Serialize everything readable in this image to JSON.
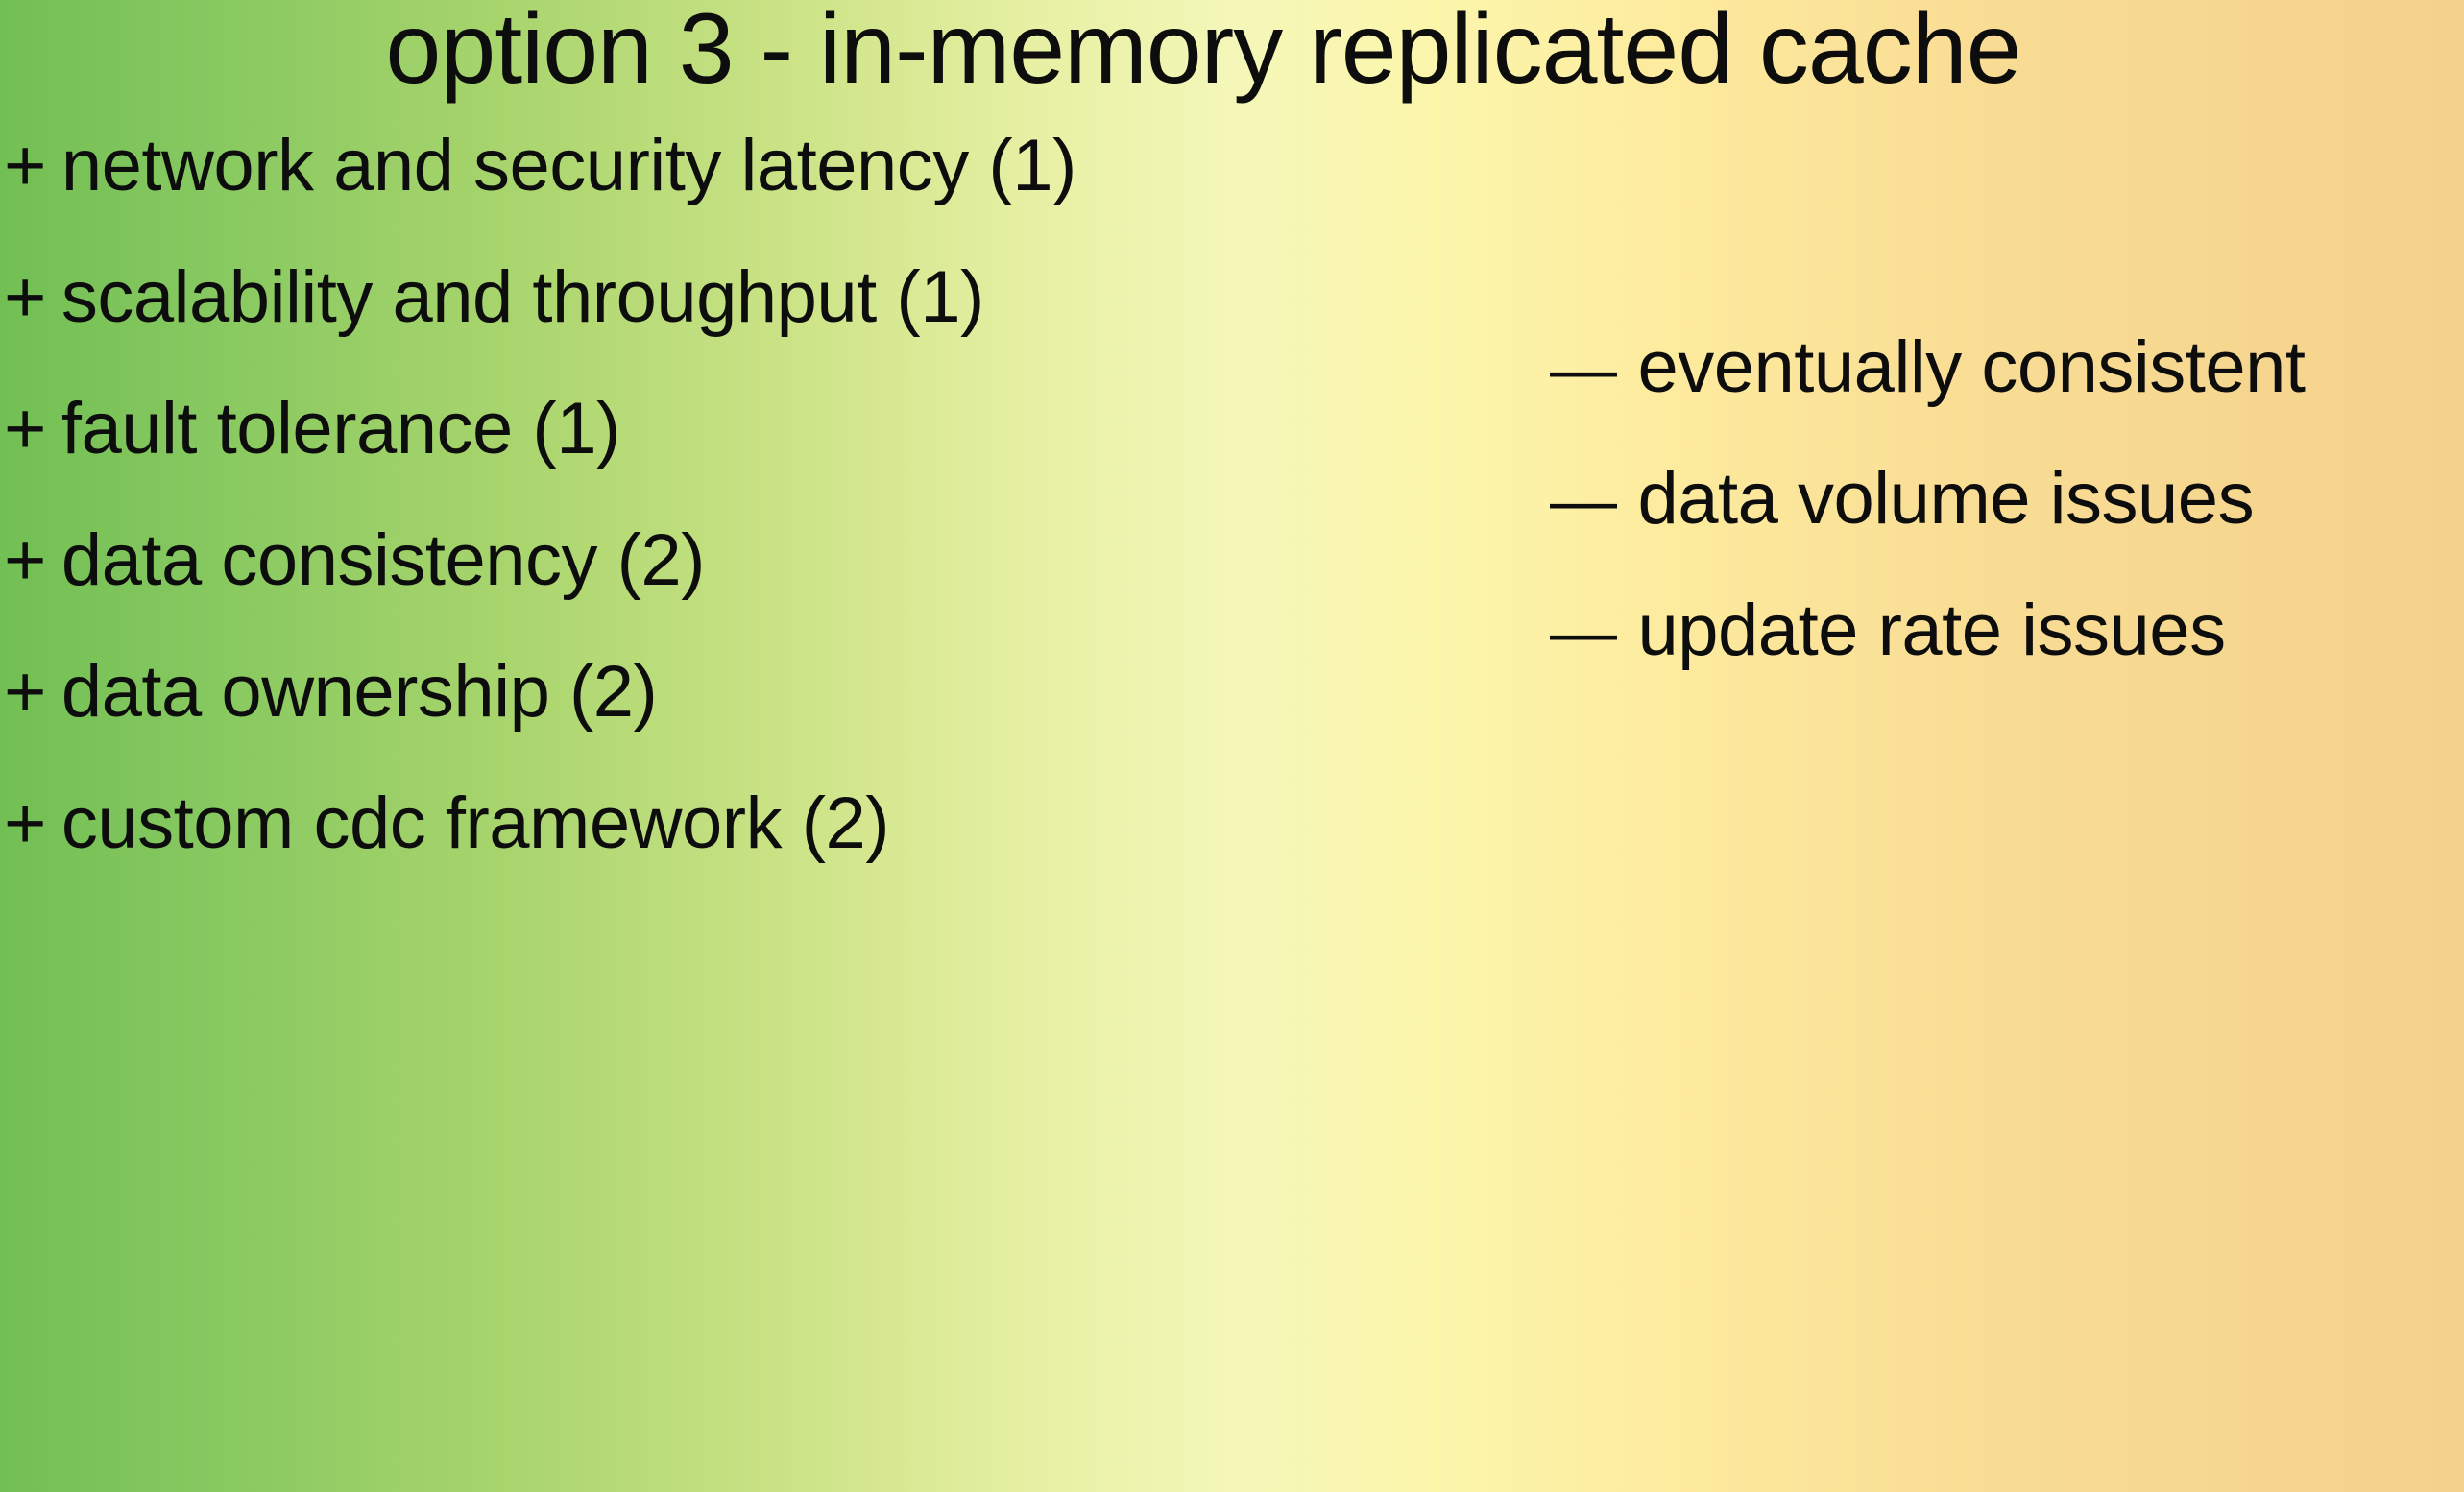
{
  "slide": {
    "title": "option 3 - in-memory replicated cache",
    "colors": {
      "gradient_start": "#72bf54",
      "gradient_mid": "#f4f7b8",
      "gradient_end": "#f4d28c",
      "text": "#0d0d0d",
      "divider": "#fff6a0"
    }
  },
  "pros": {
    "marker": "+",
    "items": [
      {
        "marker": "+",
        "text": "network and security latency (1)"
      },
      {
        "marker": "+",
        "text": "scalability and throughput (1)"
      },
      {
        "marker": "+",
        "text": "fault tolerance (1)"
      },
      {
        "marker": "+",
        "text": "data consistency (2)"
      },
      {
        "marker": "+",
        "text": "data ownership (2)"
      },
      {
        "marker": "+",
        "text": "custom cdc framework (2)"
      }
    ]
  },
  "cons": {
    "marker": "—",
    "items": [
      {
        "marker": "—",
        "text": "eventually consistent"
      },
      {
        "marker": "—",
        "text": "data volume issues"
      },
      {
        "marker": "—",
        "text": "update rate issues"
      }
    ]
  }
}
